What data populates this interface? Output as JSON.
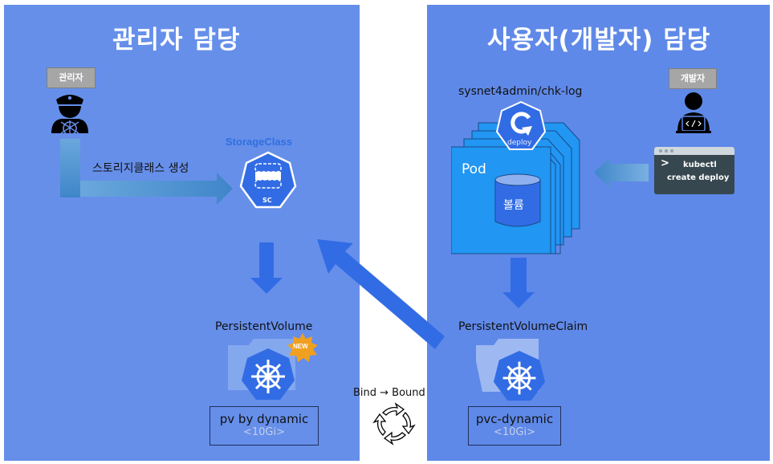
{
  "left_panel": {
    "title": "관리자 담당",
    "role_tag": "관리자",
    "role_icon": "captain-icon",
    "create_arrow_label": "스토리지클래스 생성",
    "storage_class": {
      "title": "StorageClass",
      "icon": "storage-class-icon",
      "icon_label": "SC"
    },
    "persistent_volume": {
      "title": "PersistentVolume",
      "badge": "NEW",
      "icon": "kubernetes-helm-icon",
      "name": "pv by dynamic",
      "capacity": "<10Gi>"
    }
  },
  "right_panel": {
    "title": "사용자(개발자) 담당",
    "role_tag": "개발자",
    "role_icon": "developer-laptop-icon",
    "terminal": {
      "prompt": ">",
      "command_line1": "kubectl",
      "command_line2": "create deploy"
    },
    "deployment": {
      "image_path": "sysnet4admin/chk-log",
      "icon": "deploy-icon",
      "icon_label": "deploy",
      "pod_label": "Pod",
      "volume_label": "볼륨"
    },
    "persistent_volume_claim": {
      "title": "PersistentVolumeClaim",
      "icon": "kubernetes-helm-icon",
      "name": "pvc-dynamic",
      "capacity": "<10Gi>"
    }
  },
  "binding": {
    "label": "Bind → Bound",
    "icon": "cycle-arrows-icon"
  },
  "colors": {
    "left_panel": "#668fea",
    "right_panel": "#5f89e8",
    "arrow": "#326ce5",
    "pod": "#2196f3",
    "k8s_blue": "#326ce5",
    "badge": "#f39c12",
    "terminal": "#37474f"
  }
}
